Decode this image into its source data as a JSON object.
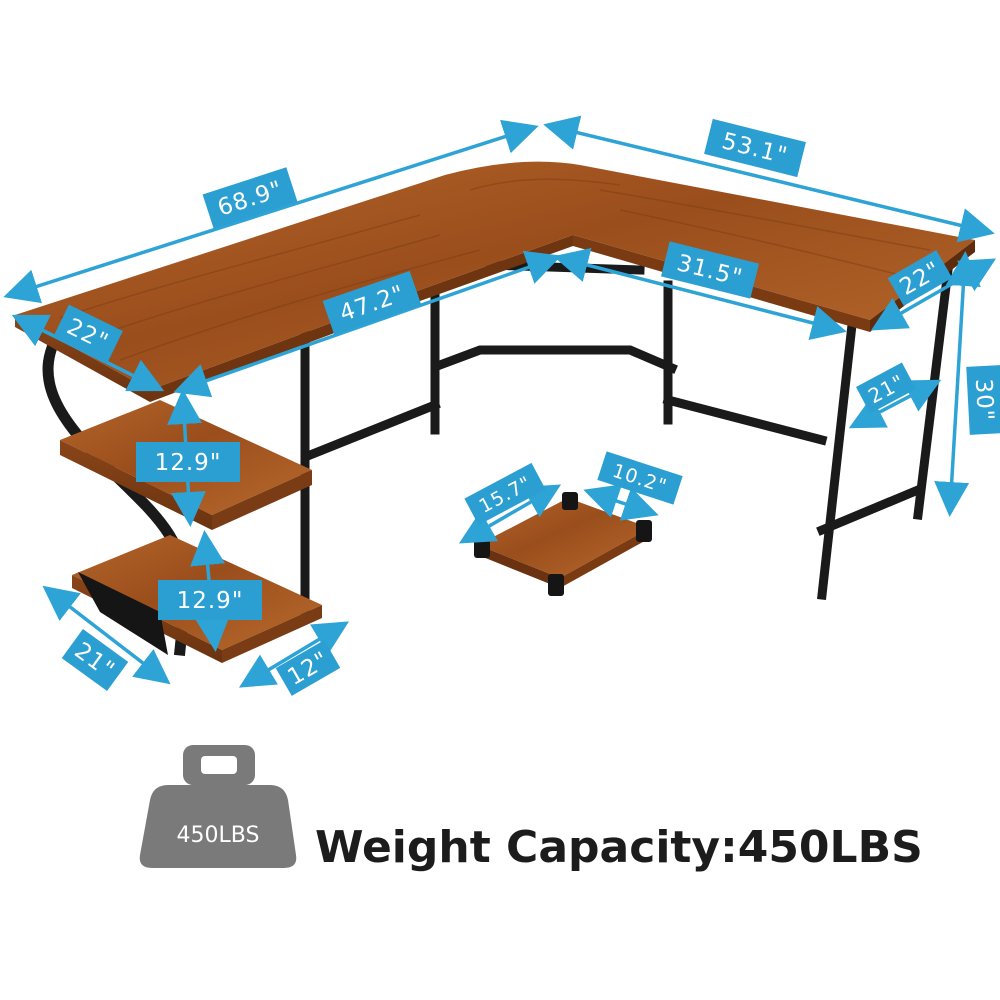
{
  "dimensions": {
    "top_left_length": "68.9\"",
    "top_right_length": "53.1\"",
    "inner_left_length": "47.2\"",
    "inner_right_length": "31.5\"",
    "left_depth": "22\"",
    "right_depth": "22\"",
    "height": "30\"",
    "leg_depth": "21\"",
    "shelf_gap_upper": "12.9\"",
    "shelf_gap_lower": "12.9\"",
    "shelf_depth": "21\"",
    "shelf_width": "12\"",
    "stand_length": "15.7\"",
    "stand_width": "10.2\""
  },
  "weight": {
    "icon_label": "450LBS",
    "caption": "Weight Capacity:450LBS"
  },
  "colors": {
    "wood": "#a85a22",
    "wood_dark": "#7d3f15",
    "frame": "#1a1a1a",
    "dim_arrow": "#2ea3d6",
    "dim_box": "#2c9fd2",
    "weight_icon": "#7a7a7a"
  }
}
